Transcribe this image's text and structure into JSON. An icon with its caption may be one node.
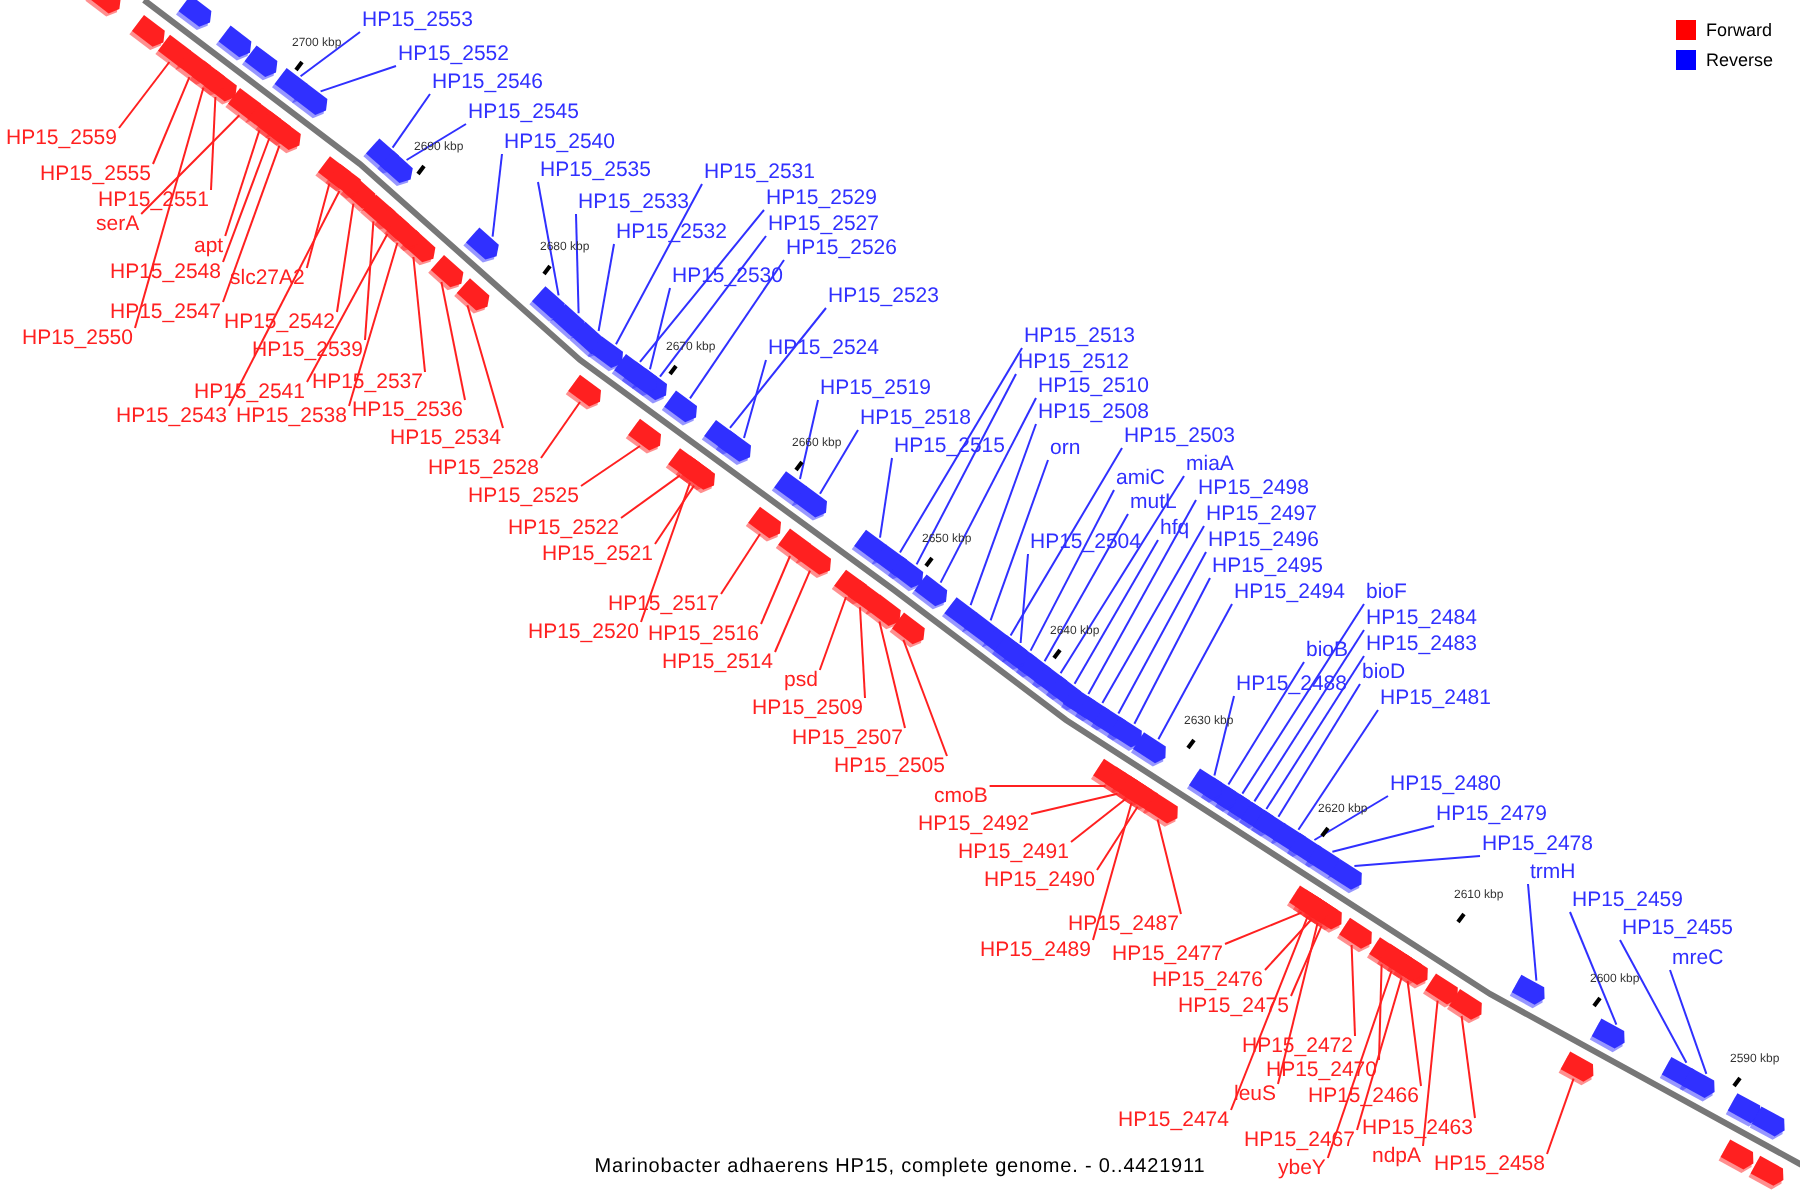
{
  "diagram": {
    "caption": "Marinobacter adhaerens HP15, complete genome. - 0..4421911",
    "nodes": [
      {
        "text": [
          "HP15_2553"
        ]
      },
      {
        "text": [
          "HP15_2552"
        ]
      },
      {
        "text": [
          "HP15_2546"
        ]
      },
      {
        "text": [
          "HP15_2545"
        ]
      },
      {
        "text": [
          "HP15_2540"
        ]
      },
      {
        "text": [
          "HP15_2535"
        ]
      },
      {
        "text": [
          "HP15_2533"
        ]
      },
      {
        "text": [
          "HP15_2532"
        ]
      },
      {
        "text": [
          "HP15_2531"
        ]
      },
      {
        "text": [
          "HP15_2529"
        ]
      },
      {
        "text": [
          "HP15_2527"
        ]
      },
      {
        "text": [
          "HP15_2526"
        ]
      },
      {
        "text": [
          "HP15_2530"
        ]
      },
      {
        "text": [
          "HP15_2523"
        ]
      },
      {
        "text": [
          "HP15_2524"
        ]
      },
      {
        "text": [
          "HP15_2519"
        ]
      },
      {
        "text": [
          "HP15_2518"
        ]
      },
      {
        "text": [
          "HP15_2515"
        ]
      },
      {
        "text": [
          "HP15_2513"
        ]
      },
      {
        "text": [
          "HP15_2512"
        ]
      },
      {
        "text": [
          "HP15_2510"
        ]
      },
      {
        "text": [
          "HP15_2508"
        ]
      },
      {
        "text": [
          "orn"
        ]
      },
      {
        "text": [
          "HP15_2503"
        ]
      },
      {
        "text": [
          "amiC"
        ]
      },
      {
        "text": [
          "mutL"
        ]
      },
      {
        "text": [
          "miaA"
        ]
      },
      {
        "text": [
          "hfq"
        ]
      },
      {
        "text": [
          "HP15_2498"
        ]
      },
      {
        "text": [
          "HP15_2497"
        ]
      },
      {
        "text": [
          "HP15_2496"
        ]
      },
      {
        "text": [
          "HP15_2495"
        ]
      },
      {
        "text": [
          "HP15_2494"
        ]
      },
      {
        "text": [
          "HP15_2504"
        ]
      },
      {
        "text": [
          "bioF"
        ]
      },
      {
        "text": [
          "HP15_2484"
        ]
      },
      {
        "text": [
          "HP15_2483"
        ]
      },
      {
        "text": [
          "bioD"
        ]
      },
      {
        "text": [
          "HP15_2481"
        ]
      },
      {
        "text": [
          "bioB"
        ]
      },
      {
        "text": [
          "HP15_2488"
        ]
      },
      {
        "text": [
          "HP15_2480"
        ]
      },
      {
        "text": [
          "HP15_2479"
        ]
      },
      {
        "text": [
          "HP15_2478"
        ]
      },
      {
        "text": [
          "trmH"
        ]
      },
      {
        "text": [
          "HP15_2459"
        ]
      },
      {
        "text": [
          "HP15_2455"
        ]
      },
      {
        "text": [
          "mreC"
        ]
      },
      {
        "text": [
          "HP15_2559"
        ]
      },
      {
        "text": [
          "HP15_2555"
        ]
      },
      {
        "text": [
          "HP15_2551"
        ]
      },
      {
        "text": [
          "serA"
        ]
      },
      {
        "text": [
          "apt"
        ]
      },
      {
        "text": [
          "HP15_2548"
        ]
      },
      {
        "text": [
          "HP15_2547"
        ]
      },
      {
        "text": [
          "HP15_2550"
        ]
      },
      {
        "text": [
          "slc27A2"
        ]
      },
      {
        "text": [
          "HP15_2542"
        ]
      },
      {
        "text": [
          "HP15_2539"
        ]
      },
      {
        "text": [
          "HP15_2541"
        ]
      },
      {
        "text": [
          "HP15_2537"
        ]
      },
      {
        "text": [
          "HP15_2543"
        ]
      },
      {
        "text": [
          "HP15_2538"
        ]
      },
      {
        "text": [
          "HP15_2536"
        ]
      },
      {
        "text": [
          "HP15_2534"
        ]
      },
      {
        "text": [
          "HP15_2528"
        ]
      },
      {
        "text": [
          "HP15_2525"
        ]
      },
      {
        "text": [
          "HP15_2522"
        ]
      },
      {
        "text": [
          "HP15_2521"
        ]
      },
      {
        "text": [
          "HP15_2517"
        ]
      },
      {
        "text": [
          "HP15_2520"
        ]
      },
      {
        "text": [
          "HP15_2516"
        ]
      },
      {
        "text": [
          "HP15_2514"
        ]
      },
      {
        "text": [
          "psd"
        ]
      },
      {
        "text": [
          "HP15_2509"
        ]
      },
      {
        "text": [
          "HP15_2507"
        ]
      },
      {
        "text": [
          "HP15_2505"
        ]
      },
      {
        "text": [
          "cmoB"
        ]
      },
      {
        "text": [
          "HP15_2492"
        ]
      },
      {
        "text": [
          "HP15_2491"
        ]
      },
      {
        "text": [
          "HP15_2490"
        ]
      },
      {
        "text": [
          "HP15_2487"
        ]
      },
      {
        "text": [
          "HP15_2489"
        ]
      },
      {
        "text": [
          "HP15_2477"
        ]
      },
      {
        "text": [
          "HP15_2476"
        ]
      },
      {
        "text": [
          "HP15_2475"
        ]
      },
      {
        "text": [
          "HP15_2472"
        ]
      },
      {
        "text": [
          "HP15_2470"
        ]
      },
      {
        "text": [
          "leuS"
        ]
      },
      {
        "text": [
          "HP15_2474"
        ]
      },
      {
        "text": [
          "HP15_2466"
        ]
      },
      {
        "text": [
          "HP15_2467"
        ]
      },
      {
        "text": [
          "ybeY"
        ]
      },
      {
        "text": [
          "HP15_2463"
        ]
      },
      {
        "text": [
          "ndpA"
        ]
      },
      {
        "text": [
          "HP15_2458"
        ]
      },
      {
        "text": [],
        "shape": "arrow"
      },
      {
        "text": [],
        "shape": "arrow"
      },
      {
        "text": [],
        "shape": "arrow"
      },
      {
        "text": [],
        "shape": "arrow"
      },
      {
        "text": [],
        "shape": "arrow"
      },
      {
        "text": [],
        "shape": "arrow"
      },
      {
        "text": [],
        "shape": "arrow"
      },
      {
        "text": [],
        "shape": "arrow"
      },
      {
        "text": [],
        "shape": "arrow"
      },
      {
        "text": [],
        "shape": "arrow"
      },
      {
        "text": [],
        "shape": "arrow"
      },
      {
        "text": [],
        "shape": "arrow"
      },
      {
        "text": [],
        "shape": "arrow"
      },
      {
        "text": [],
        "shape": "arrow"
      },
      {
        "text": [],
        "shape": "arrow"
      },
      {
        "text": [],
        "shape": "arrow"
      },
      {
        "text": [],
        "shape": "arrow"
      },
      {
        "text": [],
        "shape": "arrow"
      },
      {
        "text": [],
        "shape": "arrow"
      },
      {
        "text": [],
        "shape": "arrow"
      },
      {
        "text": [],
        "shape": "arrow"
      },
      {
        "text": [],
        "shape": "arrow"
      },
      {
        "text": [],
        "shape": "arrow"
      },
      {
        "text": [],
        "shape": "arrow"
      },
      {
        "text": [],
        "shape": "arrow"
      },
      {
        "text": [],
        "shape": "arrow"
      },
      {
        "text": [],
        "shape": "arrow"
      },
      {
        "text": [],
        "shape": "arrow"
      },
      {
        "text": [],
        "shape": "arrow"
      },
      {
        "text": [],
        "shape": "arrow"
      },
      {
        "text": [],
        "shape": "arrow"
      },
      {
        "text": [],
        "shape": "arrow"
      },
      {
        "text": [],
        "shape": "arrow"
      },
      {
        "text": [],
        "shape": "arrow"
      },
      {
        "text": [],
        "shape": "arrow"
      },
      {
        "text": [],
        "shape": "arrow"
      },
      {
        "text": [],
        "shape": "arrow"
      },
      {
        "text": [],
        "shape": "arrow"
      },
      {
        "text": [],
        "shape": "arrow"
      },
      {
        "text": [],
        "shape": "arrow"
      },
      {
        "text": [],
        "shape": "arrow"
      },
      {
        "text": [],
        "shape": "arrow"
      },
      {
        "text": [],
        "shape": "arrow"
      },
      {
        "text": [],
        "shape": "arrow"
      },
      {
        "text": [],
        "shape": "arrow"
      },
      {
        "text": [],
        "shape": "arrow"
      },
      {
        "text": [],
        "shape": "arrow"
      },
      {
        "text": [],
        "shape": "arrow"
      },
      {
        "text": [],
        "shape": "arrow"
      },
      {
        "text": [],
        "shape": "arrow"
      },
      {
        "text": [],
        "shape": "arrow"
      },
      {
        "text": [],
        "shape": "arrow"
      },
      {
        "text": [],
        "shape": "arrow"
      },
      {
        "text": [],
        "shape": "arrow"
      },
      {
        "text": [],
        "shape": "arrow"
      },
      {
        "text": [],
        "shape": "arrow"
      },
      {
        "text": [],
        "shape": "arrow"
      },
      {
        "text": [],
        "shape": "arrow"
      },
      {
        "text": [],
        "shape": "arrow"
      },
      {
        "text": [],
        "shape": "arrow"
      },
      {
        "text": [],
        "shape": "arrow"
      },
      {
        "text": [],
        "shape": "arrow"
      },
      {
        "text": [],
        "shape": "arrow"
      },
      {
        "text": [],
        "shape": "arrow"
      },
      {
        "text": [],
        "shape": "arrow"
      },
      {
        "text": [],
        "shape": "arrow"
      },
      {
        "text": [],
        "shape": "arrow"
      },
      {
        "text": [],
        "shape": "arrow"
      },
      {
        "text": [],
        "shape": "arrow"
      },
      {
        "text": [],
        "shape": "arrow"
      },
      {
        "text": [],
        "shape": "arrow"
      },
      {
        "text": [],
        "shape": "arrow"
      },
      {
        "text": [],
        "shape": "arrow"
      },
      {
        "text": [],
        "shape": "arrow"
      },
      {
        "text": [],
        "shape": "arrow"
      },
      {
        "text": [],
        "shape": "arrow"
      },
      {
        "text": [],
        "shape": "arrow"
      },
      {
        "text": [],
        "shape": "arrow"
      },
      {
        "text": [],
        "shape": "arrow"
      },
      {
        "text": [],
        "shape": "arrow"
      },
      {
        "text": [],
        "shape": "arrow"
      },
      {
        "text": [],
        "shape": "arrow"
      },
      {
        "text": [],
        "shape": "arrow"
      },
      {
        "text": [],
        "shape": "arrow"
      },
      {
        "text": [],
        "shape": "arrow"
      },
      {
        "text": [],
        "shape": "arrow"
      },
      {
        "text": [],
        "shape": "arrow"
      },
      {
        "text": [],
        "shape": "arrow"
      },
      {
        "text": [],
        "shape": "arrow"
      },
      {
        "text": [],
        "shape": "arrow"
      },
      {
        "text": [],
        "shape": "arrow"
      },
      {
        "text": [],
        "shape": "arrow"
      },
      {
        "text": [],
        "shape": "arrow"
      },
      {
        "text": [],
        "shape": "arrow"
      },
      {
        "text": [],
        "shape": "arrow"
      },
      {
        "text": [],
        "shape": "arrow"
      },
      {
        "text": [],
        "shape": "arrow"
      },
      {
        "text": [],
        "shape": "arrow"
      },
      {
        "text": [],
        "shape": "arrow"
      },
      {
        "text": [],
        "shape": "arrow"
      },
      {
        "text": [],
        "shape": "arrow"
      },
      {
        "text": [],
        "shape": "arrow"
      },
      {
        "text": [],
        "shape": "arrow"
      },
      {
        "text": [],
        "shape": "arrow"
      },
      {
        "text": [],
        "shape": "arrow"
      }
    ],
    "edges": [
      {
        "from": 0,
        "to": 96,
        "arrow": "none",
        "color": "#3030ff"
      },
      {
        "from": 1,
        "to": 97,
        "arrow": "none",
        "color": "#3030ff"
      },
      {
        "from": 2,
        "to": 98,
        "arrow": "none",
        "color": "#3030ff"
      },
      {
        "from": 3,
        "to": 99,
        "arrow": "none",
        "color": "#3030ff"
      },
      {
        "from": 4,
        "to": 100,
        "arrow": "none",
        "color": "#3030ff"
      },
      {
        "from": 5,
        "to": 101,
        "arrow": "none",
        "color": "#3030ff"
      },
      {
        "from": 6,
        "to": 102,
        "arrow": "none",
        "color": "#3030ff"
      },
      {
        "from": 7,
        "to": 103,
        "arrow": "none",
        "color": "#3030ff"
      },
      {
        "from": 8,
        "to": 104,
        "arrow": "none",
        "color": "#3030ff"
      },
      {
        "from": 9,
        "to": 105,
        "arrow": "none",
        "color": "#3030ff"
      },
      {
        "from": 10,
        "to": 106,
        "arrow": "none",
        "color": "#3030ff"
      },
      {
        "from": 11,
        "to": 107,
        "arrow": "none",
        "color": "#3030ff"
      },
      {
        "from": 12,
        "to": 108,
        "arrow": "none",
        "color": "#3030ff"
      },
      {
        "from": 13,
        "to": 109,
        "arrow": "none",
        "color": "#3030ff"
      },
      {
        "from": 14,
        "to": 110,
        "arrow": "none",
        "color": "#3030ff"
      },
      {
        "from": 15,
        "to": 111,
        "arrow": "none",
        "color": "#3030ff"
      },
      {
        "from": 16,
        "to": 112,
        "arrow": "none",
        "color": "#3030ff"
      },
      {
        "from": 17,
        "to": 113,
        "arrow": "none",
        "color": "#3030ff"
      },
      {
        "from": 18,
        "to": 114,
        "arrow": "none",
        "color": "#3030ff"
      },
      {
        "from": 19,
        "to": 115,
        "arrow": "none",
        "color": "#3030ff"
      },
      {
        "from": 20,
        "to": 116,
        "arrow": "none",
        "color": "#3030ff"
      },
      {
        "from": 21,
        "to": 117,
        "arrow": "none",
        "color": "#3030ff"
      },
      {
        "from": 22,
        "to": 118,
        "arrow": "none",
        "color": "#3030ff"
      },
      {
        "from": 23,
        "to": 119,
        "arrow": "none",
        "color": "#3030ff"
      },
      {
        "from": 24,
        "to": 120,
        "arrow": "none",
        "color": "#3030ff"
      },
      {
        "from": 25,
        "to": 121,
        "arrow": "none",
        "color": "#3030ff"
      },
      {
        "from": 26,
        "to": 122,
        "arrow": "none",
        "color": "#3030ff"
      },
      {
        "from": 27,
        "to": 123,
        "arrow": "none",
        "color": "#3030ff"
      },
      {
        "from": 28,
        "to": 124,
        "arrow": "none",
        "color": "#3030ff"
      },
      {
        "from": 29,
        "to": 125,
        "arrow": "none",
        "color": "#3030ff"
      },
      {
        "from": 30,
        "to": 126,
        "arrow": "none",
        "color": "#3030ff"
      },
      {
        "from": 31,
        "to": 127,
        "arrow": "none",
        "color": "#3030ff"
      },
      {
        "from": 32,
        "to": 128,
        "arrow": "none",
        "color": "#3030ff"
      },
      {
        "from": 33,
        "to": 129,
        "arrow": "none",
        "color": "#3030ff"
      },
      {
        "from": 34,
        "to": 130,
        "arrow": "none",
        "color": "#3030ff"
      },
      {
        "from": 35,
        "to": 131,
        "arrow": "none",
        "color": "#3030ff"
      },
      {
        "from": 36,
        "to": 132,
        "arrow": "none",
        "color": "#3030ff"
      },
      {
        "from": 37,
        "to": 133,
        "arrow": "none",
        "color": "#3030ff"
      },
      {
        "from": 38,
        "to": 134,
        "arrow": "none",
        "color": "#3030ff"
      },
      {
        "from": 39,
        "to": 135,
        "arrow": "none",
        "color": "#3030ff"
      },
      {
        "from": 40,
        "to": 136,
        "arrow": "none",
        "color": "#3030ff"
      },
      {
        "from": 41,
        "to": 137,
        "arrow": "none",
        "color": "#3030ff"
      },
      {
        "from": 42,
        "to": 138,
        "arrow": "none",
        "color": "#3030ff"
      },
      {
        "from": 43,
        "to": 139,
        "arrow": "none",
        "color": "#3030ff"
      },
      {
        "from": 44,
        "to": 140,
        "arrow": "none",
        "color": "#3030ff"
      },
      {
        "from": 45,
        "to": 141,
        "arrow": "none",
        "color": "#3030ff"
      },
      {
        "from": 46,
        "to": 142,
        "arrow": "none",
        "color": "#3030ff"
      },
      {
        "from": 47,
        "to": 143,
        "arrow": "none",
        "color": "#3030ff"
      },
      {
        "from": 48,
        "to": 144,
        "arrow": "none",
        "color": "#ff2020"
      },
      {
        "from": 49,
        "to": 145,
        "arrow": "none",
        "color": "#ff2020"
      },
      {
        "from": 50,
        "to": 146,
        "arrow": "none",
        "color": "#ff2020"
      },
      {
        "from": 51,
        "to": 147,
        "arrow": "none",
        "color": "#ff2020"
      },
      {
        "from": 52,
        "to": 148,
        "arrow": "none",
        "color": "#ff2020"
      },
      {
        "from": 53,
        "to": 149,
        "arrow": "none",
        "color": "#ff2020"
      },
      {
        "from": 54,
        "to": 150,
        "arrow": "none",
        "color": "#ff2020"
      },
      {
        "from": 55,
        "to": 151,
        "arrow": "none",
        "color": "#ff2020"
      },
      {
        "from": 56,
        "to": 152,
        "arrow": "none",
        "color": "#ff2020"
      },
      {
        "from": 57,
        "to": 153,
        "arrow": "none",
        "color": "#ff2020"
      },
      {
        "from": 58,
        "to": 154,
        "arrow": "none",
        "color": "#ff2020"
      },
      {
        "from": 59,
        "to": 155,
        "arrow": "none",
        "color": "#ff2020"
      },
      {
        "from": 60,
        "to": 156,
        "arrow": "none",
        "color": "#ff2020"
      },
      {
        "from": 61,
        "to": 157,
        "arrow": "none",
        "color": "#ff2020"
      },
      {
        "from": 62,
        "to": 158,
        "arrow": "none",
        "color": "#ff2020"
      },
      {
        "from": 63,
        "to": 159,
        "arrow": "none",
        "color": "#ff2020"
      },
      {
        "from": 64,
        "to": 160,
        "arrow": "none",
        "color": "#ff2020"
      },
      {
        "from": 65,
        "to": 161,
        "arrow": "none",
        "color": "#ff2020"
      },
      {
        "from": 66,
        "to": 162,
        "arrow": "none",
        "color": "#ff2020"
      },
      {
        "from": 67,
        "to": 163,
        "arrow": "none",
        "color": "#ff2020"
      },
      {
        "from": 68,
        "to": 164,
        "arrow": "none",
        "color": "#ff2020"
      },
      {
        "from": 69,
        "to": 165,
        "arrow": "none",
        "color": "#ff2020"
      },
      {
        "from": 70,
        "to": 166,
        "arrow": "none",
        "color": "#ff2020"
      },
      {
        "from": 71,
        "to": 167,
        "arrow": "none",
        "color": "#ff2020"
      },
      {
        "from": 72,
        "to": 168,
        "arrow": "none",
        "color": "#ff2020"
      },
      {
        "from": 73,
        "to": 169,
        "arrow": "none",
        "color": "#ff2020"
      },
      {
        "from": 74,
        "to": 170,
        "arrow": "none",
        "color": "#ff2020"
      },
      {
        "from": 75,
        "to": 171,
        "arrow": "none",
        "color": "#ff2020"
      },
      {
        "from": 76,
        "to": 172,
        "arrow": "none",
        "color": "#ff2020"
      },
      {
        "from": 77,
        "to": 173,
        "arrow": "none",
        "color": "#ff2020"
      },
      {
        "from": 78,
        "to": 174,
        "arrow": "none",
        "color": "#ff2020"
      },
      {
        "from": 79,
        "to": 175,
        "arrow": "none",
        "color": "#ff2020"
      },
      {
        "from": 80,
        "to": 176,
        "arrow": "none",
        "color": "#ff2020"
      },
      {
        "from": 81,
        "to": 177,
        "arrow": "none",
        "color": "#ff2020"
      },
      {
        "from": 82,
        "to": 178,
        "arrow": "none",
        "color": "#ff2020"
      },
      {
        "from": 83,
        "to": 179,
        "arrow": "none",
        "color": "#ff2020"
      },
      {
        "from": 84,
        "to": 180,
        "arrow": "none",
        "color": "#ff2020"
      },
      {
        "from": 85,
        "to": 181,
        "arrow": "none",
        "color": "#ff2020"
      },
      {
        "from": 86,
        "to": 182,
        "arrow": "none",
        "color": "#ff2020"
      },
      {
        "from": 87,
        "to": 183,
        "arrow": "none",
        "color": "#ff2020"
      },
      {
        "from": 88,
        "to": 184,
        "arrow": "none",
        "color": "#ff2020"
      },
      {
        "from": 89,
        "to": 185,
        "arrow": "none",
        "color": "#ff2020"
      },
      {
        "from": 90,
        "to": 186,
        "arrow": "none",
        "color": "#ff2020"
      },
      {
        "from": 91,
        "to": 187,
        "arrow": "none",
        "color": "#ff2020"
      },
      {
        "from": 92,
        "to": 188,
        "arrow": "none",
        "color": "#ff2020"
      },
      {
        "from": 93,
        "to": 189,
        "arrow": "none",
        "color": "#ff2020"
      },
      {
        "from": 94,
        "to": 190,
        "arrow": "none",
        "color": "#ff2020"
      },
      {
        "from": 95,
        "to": 191,
        "arrow": "none",
        "color": "#ff2020"
      }
    ],
    "labels": [
      "2700 kbp",
      "2690 kbp",
      "2680 kbp",
      "2670 kbp",
      "2660 kbp",
      "2650 kbp",
      "2640 kbp",
      "2630 kbp",
      "2620 kbp",
      "2610 kbp",
      "2600 kbp",
      "2590 kbp"
    ],
    "legend": [
      {
        "text": "Forward",
        "color": "#ff0000"
      },
      {
        "text": "Reverse",
        "color": "#0000ff"
      }
    ]
  }
}
